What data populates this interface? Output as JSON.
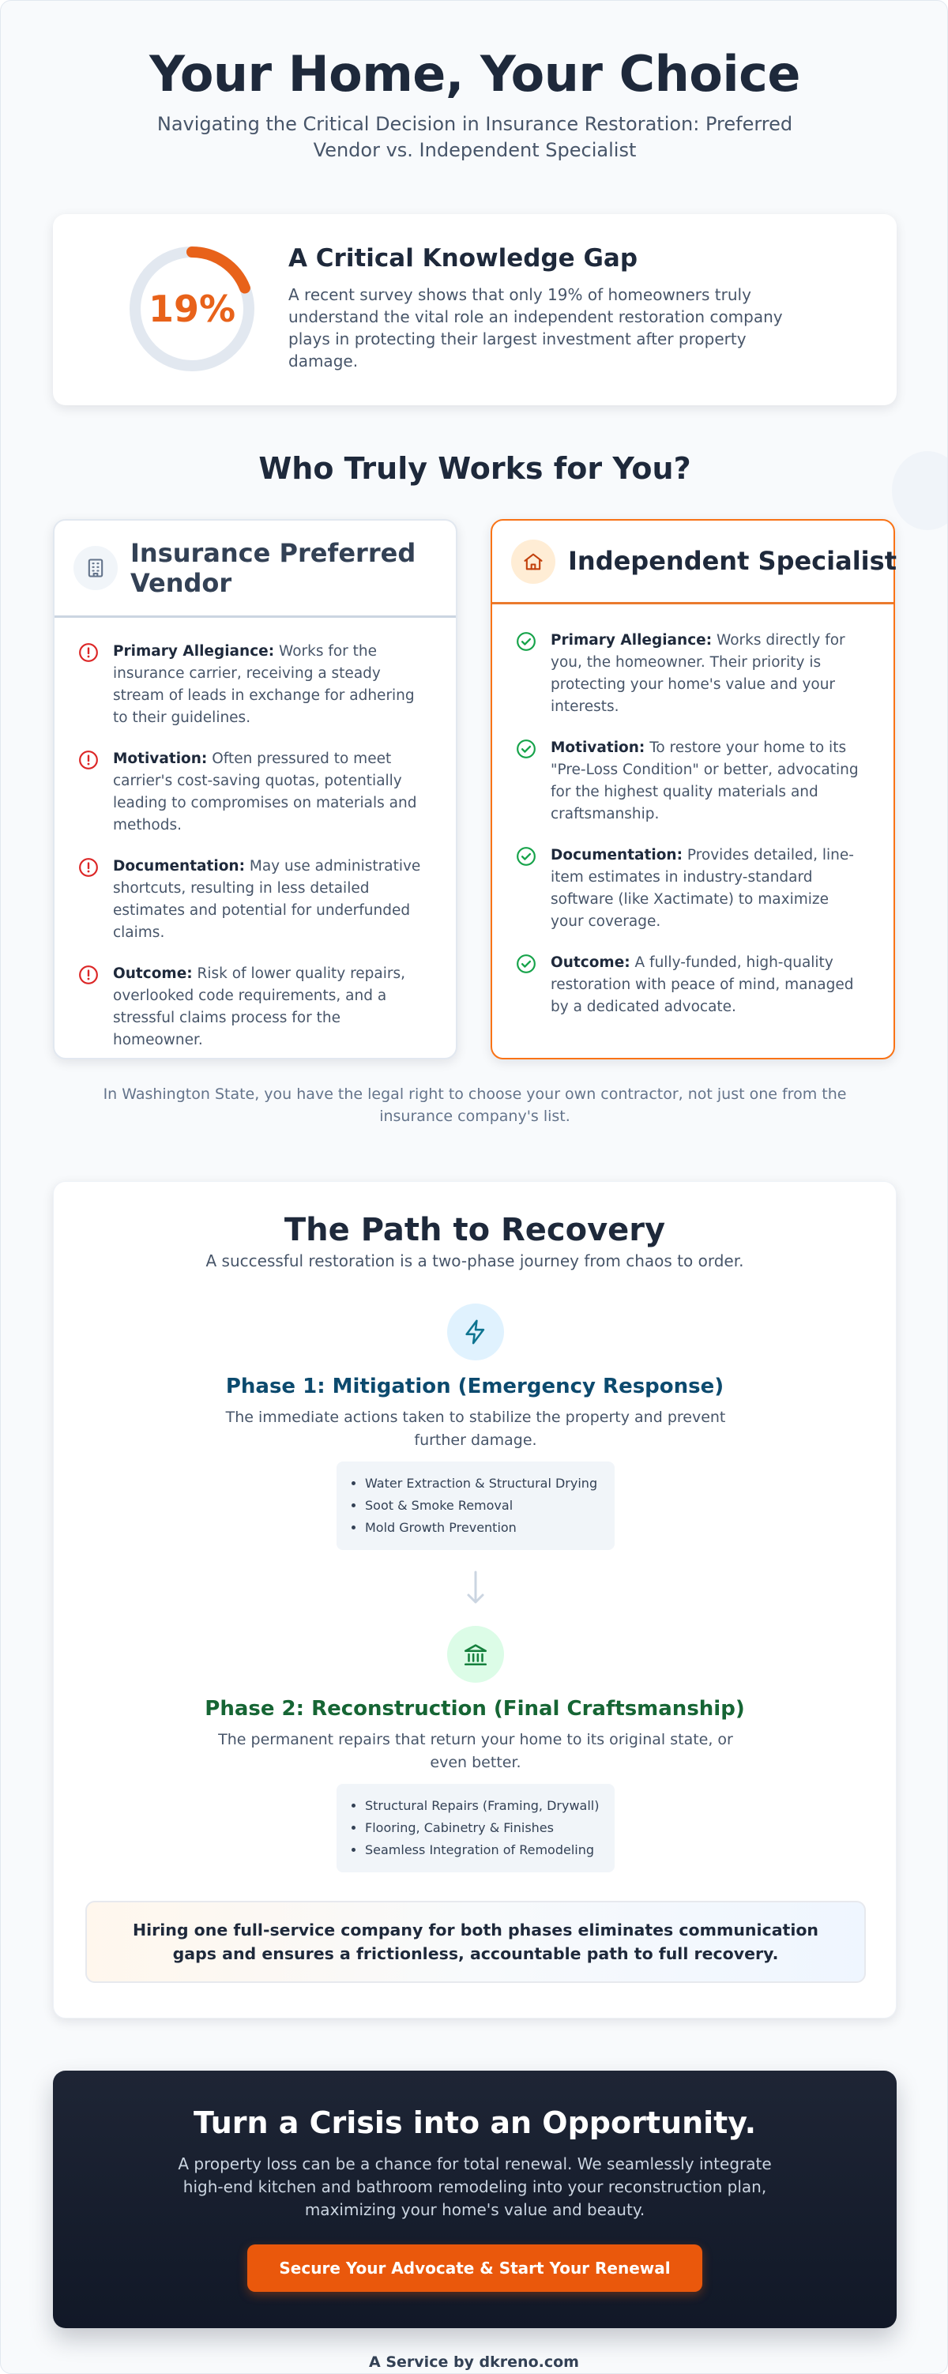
{
  "header": {
    "title": "Your Home, Your Choice",
    "subtitle": "Navigating the Critical Decision in Insurance Restoration: Preferred Vendor vs. Independent Specialist"
  },
  "stat": {
    "value": "19%",
    "fill_fraction": 0.19,
    "title": "A Critical Knowledge Gap",
    "text": "A recent survey shows that only 19% of homeowners truly understand the vital role an independent restoration company plays in protecting their largest investment after property damage."
  },
  "comparison": {
    "title": "Who Truly Works for You?",
    "preferred": {
      "title": "Insurance Preferred Vendor",
      "icon": "building-icon",
      "points": [
        {
          "label": "Primary Allegiance:",
          "text": " Works for the insurance carrier, receiving a steady stream of leads in exchange for adhering to their guidelines."
        },
        {
          "label": "Motivation:",
          "text": " Often pressured to meet carrier's cost-saving quotas, potentially leading to compromises on materials and methods."
        },
        {
          "label": "Documentation:",
          "text": " May use administrative shortcuts, resulting in less detailed estimates and potential for underfunded claims."
        },
        {
          "label": "Outcome:",
          "text": " Risk of lower quality repairs, overlooked code requirements, and a stressful claims process for the homeowner."
        }
      ]
    },
    "independent": {
      "title": "Independent Specialist",
      "icon": "home-icon",
      "points": [
        {
          "label": "Primary Allegiance:",
          "text": " Works directly for you, the homeowner. Their priority is protecting your home's value and your interests."
        },
        {
          "label": "Motivation:",
          "text": " To restore your home to its \"Pre-Loss Condition\" or better, advocating for the highest quality materials and craftsmanship."
        },
        {
          "label": "Documentation:",
          "text": " Provides detailed, line-item estimates in industry-standard software (like Xactimate) to maximize your coverage."
        },
        {
          "label": "Outcome:",
          "text": " A fully-funded, high-quality restoration with peace of mind, managed by a dedicated advocate."
        }
      ]
    },
    "note": "In Washington State, you have the legal right to choose your own contractor, not just one from the insurance company's list."
  },
  "recovery": {
    "title": "The Path to Recovery",
    "subtitle": "A successful restoration is a two-phase journey from chaos to order.",
    "phase1": {
      "title": "Phase 1: Mitigation (Emergency Response)",
      "desc": "The immediate actions taken to stabilize the property and prevent further damage.",
      "items": [
        "Water Extraction & Structural Drying",
        "Soot & Smoke Removal",
        "Mold Growth Prevention"
      ]
    },
    "phase2": {
      "title": "Phase 2: Reconstruction (Final Craftsmanship)",
      "desc": "The permanent repairs that return your home to its original state, or even better.",
      "items": [
        "Structural Repairs (Framing, Drywall)",
        "Flooring, Cabinetry & Finishes",
        "Seamless Integration of Remodeling"
      ]
    },
    "callout": "Hiring one full-service company for both phases eliminates communication gaps and ensures a frictionless, accountable path to full recovery."
  },
  "cta": {
    "title": "Turn a Crisis into an Opportunity.",
    "text": "A property loss can be a chance for total renewal. We seamlessly integrate high-end kitchen and bathroom remodeling into your reconstruction plan, maximizing your home's value and beauty.",
    "button": "Secure Your Advocate & Start Your Renewal"
  },
  "footer": "A Service by dkreno.com",
  "colors": {
    "accent": "#ea580c",
    "negative": "#dc2626",
    "positive": "#16a34a",
    "phase1": "#0c4a6e",
    "phase2": "#166534",
    "dark": "#1e293b"
  }
}
